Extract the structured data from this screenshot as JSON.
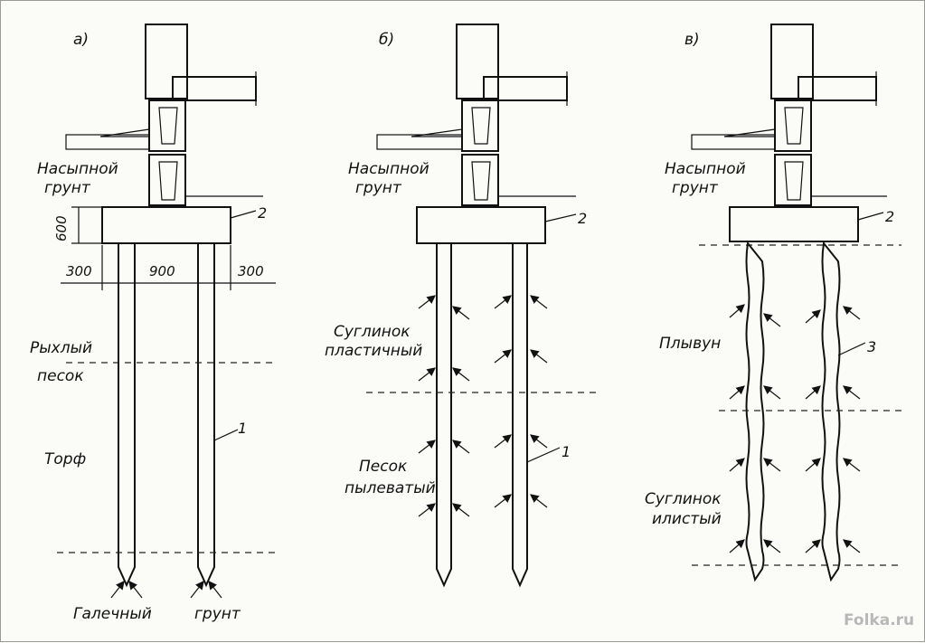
{
  "panels": [
    {
      "letter": "а)",
      "fill": "Насыпной",
      "fill2": "грунт",
      "grillage": "2",
      "pile": "1",
      "dims": {
        "h": "600",
        "left": "300",
        "mid": "900",
        "right": "300"
      },
      "layers": [
        "Рыхлый",
        "песок",
        "Торф"
      ],
      "bottom": [
        "Галечный",
        "грунт"
      ]
    },
    {
      "letter": "б)",
      "fill": "Насыпной",
      "fill2": "грунт",
      "grillage": "2",
      "pile": "1",
      "layers": [
        "Суглинок",
        "пластичный",
        "Песок",
        "пылеватый"
      ]
    },
    {
      "letter": "в)",
      "fill": "Насыпной",
      "fill2": "грунт",
      "grillage": "2",
      "pile": "3",
      "layers": [
        "Плывун",
        "Суглинок",
        "илистый"
      ]
    }
  ],
  "watermark": "Folka.ru"
}
